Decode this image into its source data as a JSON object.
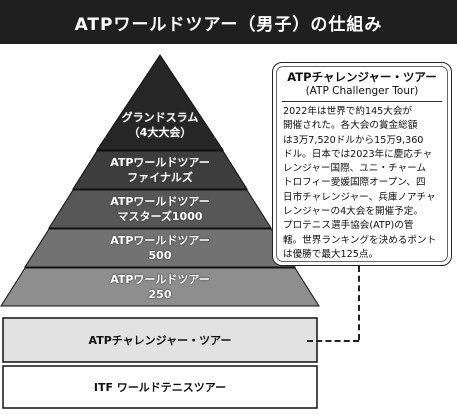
{
  "header": {
    "title": "ATPワールドツアー（男子）の仕組み"
  },
  "pyramid": {
    "tiers": [
      {
        "line1": "グランドスラム",
        "line2": "（4大大会）"
      },
      {
        "line1": "ATPワールドツアー",
        "line2": "ファイナルズ"
      },
      {
        "line1": "ATPワールドツアー",
        "line2": "マスターズ1000"
      },
      {
        "line1": "ATPワールドツアー",
        "line2": "500"
      },
      {
        "line1": "ATPワールドツアー",
        "line2": "250"
      },
      {
        "line1": "ATPチャレンジャー・ツアー"
      },
      {
        "line1": "ITF ワールドテニスツアー"
      }
    ]
  },
  "callout": {
    "title": "ATPチャレンジャー・ツアー",
    "subtitle": "(ATP Challenger Tour)",
    "body": "2022年は世界で約145大会が\n開催された。各大会の賞金総額\nは3万7,520ドルから15万9,360\nドル。日本では2023年に慶応チャ\nレンジャー国際、ユニ・チャーム\nトロフィー愛媛国際オープン、四\n日市チャレンジャー、兵庫ノアチャ\nレンジャーの4大会を開催予定。\nプロテニス選手協会(ATP)の管\n轄。世界ランキングを決めるポント\nは優勝で最大125点。"
  },
  "colors": {
    "header_bg": "#1f1f1f",
    "tier_top": "#262626",
    "tier_2": "#3d3d3d",
    "tier_3": "#575757",
    "tier_4": "#727272",
    "tier_5": "#8e8e8e",
    "tier_6": "#e2e2e2",
    "tier_7": "#ffffff"
  }
}
